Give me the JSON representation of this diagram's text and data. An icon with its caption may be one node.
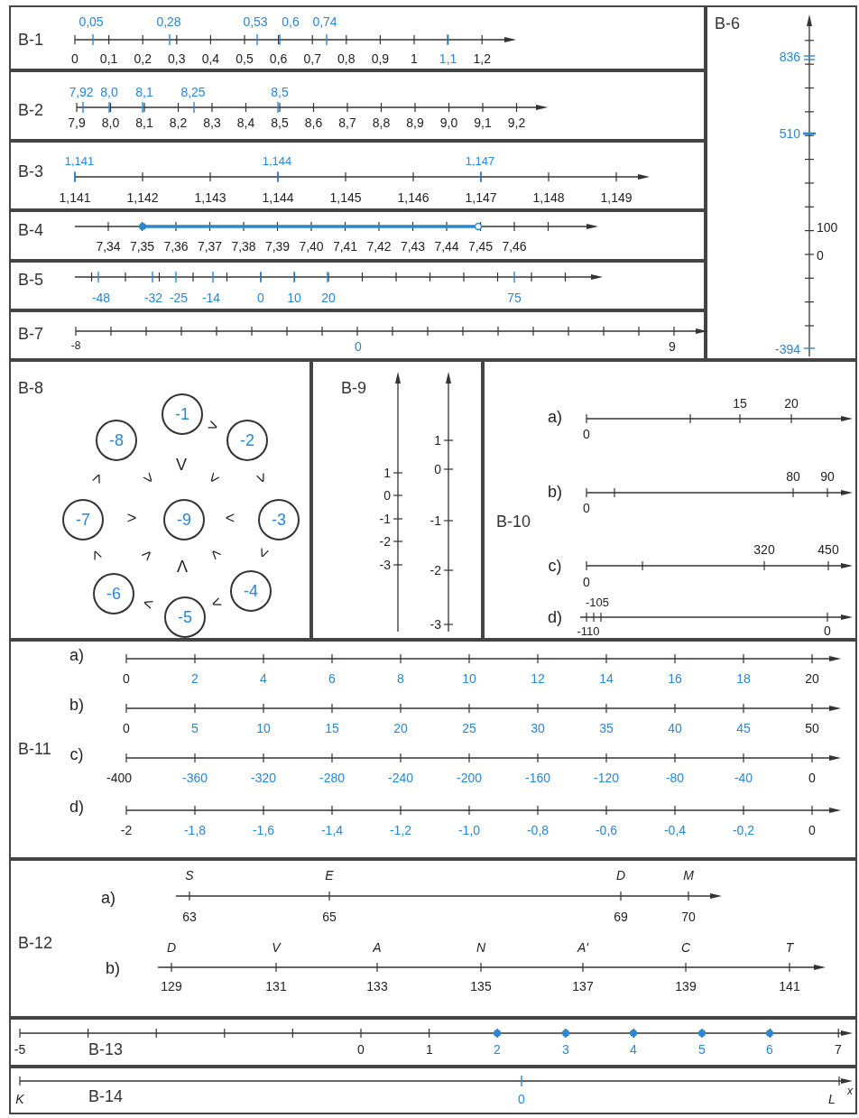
{
  "diagram": {
    "nodes": [
      {
        "text": [
          "B-1"
        ]
      },
      {
        "text": [
          "B-2"
        ]
      },
      {
        "text": [
          "B-3"
        ]
      },
      {
        "text": [
          "B-4"
        ]
      },
      {
        "text": [
          "B-5"
        ]
      },
      {
        "text": [
          "B-7"
        ]
      },
      {
        "text": [
          "B-6"
        ]
      },
      {
        "text": [
          "B-8"
        ]
      },
      {
        "text": [
          "-1"
        ],
        "in": 7
      },
      {
        "text": [
          "-8"
        ],
        "in": 7
      },
      {
        "text": [
          "-2"
        ],
        "in": 7
      },
      {
        "text": [
          "-7"
        ],
        "in": 7
      },
      {
        "text": [
          "-9"
        ],
        "in": 7
      },
      {
        "text": [
          "-3"
        ],
        "in": 7
      },
      {
        "text": [
          "-6"
        ],
        "in": 7
      },
      {
        "text": [
          "-4"
        ],
        "in": 7
      },
      {
        "text": [
          "-5"
        ],
        "in": 7
      },
      {
        "text": [
          "B-9"
        ]
      },
      {
        "text": [
          "B-10"
        ]
      },
      {
        "text": [
          "B-11"
        ]
      },
      {
        "text": [
          "B-12"
        ]
      },
      {
        "text": [
          "B-13"
        ]
      },
      {
        "text": [
          "B-14"
        ]
      }
    ],
    "labels": [
      "0,05",
      "0,28",
      "0,53",
      "0,6",
      "0,74",
      "0",
      "0,1",
      "0,2",
      "0,3",
      "0,4",
      "0,5",
      "0,6",
      "0,7",
      "0,8",
      "0,9",
      "1",
      "1,1",
      "1,2",
      "7,92",
      "8,0",
      "8,1",
      "8,25",
      "8,5",
      "7,9",
      "8,0",
      "8,1",
      "8,2",
      "8,3",
      "8,4",
      "8,5",
      "8,6",
      "8,7",
      "8,8",
      "8,9",
      "9,0",
      "9,1",
      "9,2",
      "1,141",
      "1,144",
      "1,147",
      "1,141",
      "1,142",
      "1,143",
      "1,144",
      "1,145",
      "1,146",
      "1,147",
      "1,148",
      "1,149",
      "7,34",
      "7,35",
      "7,36",
      "7,37",
      "7,38",
      "7,39",
      "7,40",
      "7,41",
      "7,42",
      "7,43",
      "7,44",
      "7,45",
      "7,46",
      "-48",
      "-32",
      "-25",
      "-14",
      "0",
      "10",
      "20",
      "75",
      "-8",
      "0",
      "9",
      "836",
      "510",
      "100",
      "0",
      "-394",
      ">",
      "V",
      ">",
      ">",
      "<",
      ">",
      ">",
      "<",
      "<",
      ">",
      "<",
      "<",
      "Λ",
      "<",
      "<",
      "1",
      "0",
      "-1",
      "-2",
      "-3",
      "1",
      "0",
      "-1",
      "-2",
      "-3",
      "a)",
      "15",
      "20",
      "0",
      "b)",
      "80",
      "90",
      "0",
      "c)",
      "320",
      "450",
      "0",
      "-105",
      "d)",
      "-110",
      "0",
      "a)",
      "0",
      "2",
      "4",
      "6",
      "8",
      "10",
      "12",
      "14",
      "16",
      "18",
      "20",
      "b)",
      "0",
      "5",
      "10",
      "15",
      "20",
      "25",
      "30",
      "35",
      "40",
      "45",
      "50",
      "c)",
      "-400",
      "-360",
      "-320",
      "-280",
      "-240",
      "-200",
      "-160",
      "-120",
      "-80",
      "-40",
      "0",
      "d)",
      "-2",
      "-1,8",
      "-1,6",
      "-1,4",
      "-1,2",
      "-1,0",
      "-0,8",
      "-0,6",
      "-0,4",
      "-0,2",
      "0",
      "S",
      "E",
      "D",
      "M",
      "a)",
      "63",
      "65",
      "69",
      "70",
      "D",
      "V",
      "A",
      "N",
      "A'",
      "C",
      "T",
      "b)",
      "129",
      "131",
      "133",
      "135",
      "137",
      "139",
      "141",
      "-5",
      "0",
      "1",
      "2",
      "3",
      "4",
      "5",
      "6",
      "7",
      "K",
      "0",
      "L",
      "x"
    ]
  }
}
